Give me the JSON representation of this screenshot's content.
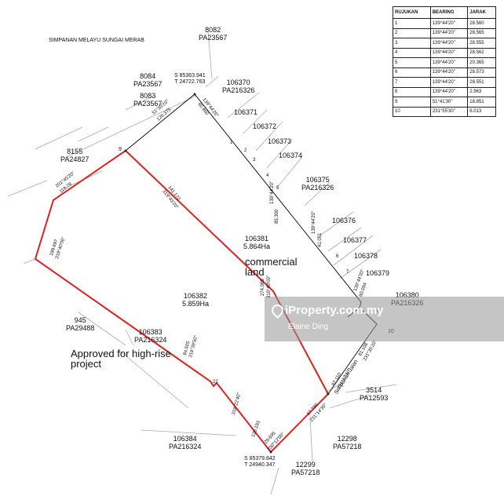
{
  "table": {
    "headers": [
      "RUJUKAN",
      "BEARING",
      "JARAK"
    ],
    "rows": [
      [
        "1",
        "139°44'20\"",
        "28.560"
      ],
      [
        "2",
        "139°44'20\"",
        "28.565"
      ],
      [
        "3",
        "139°44'20\"",
        "28.555"
      ],
      [
        "4",
        "139°44'20\"",
        "28.562"
      ],
      [
        "5",
        "139°44'20\"",
        "20.365"
      ],
      [
        "6",
        "139°44'20\"",
        "28.573"
      ],
      [
        "7",
        "139°44'20\"",
        "28.551"
      ],
      [
        "8",
        "139°44'20\"",
        "2.963"
      ],
      [
        "9",
        "51°41'30\"",
        "18.851"
      ],
      [
        "10",
        "231°55'30\"",
        "6.013"
      ]
    ]
  },
  "road_top": "SIMPANAN MELAYU SUNGAI MERAB",
  "road_right": "Simpanan Jalan",
  "lots": {
    "l8082": "8082\nPA23567",
    "l8084": "8084\nPA23567",
    "l8083": "8083\nPA23567",
    "l8155": "8155\nPA24827",
    "l106370": "106370\nPA216326",
    "l106371": "106371",
    "l106372": "106372",
    "l106373": "106373",
    "l106374": "106374",
    "l106375": "106375\nPA216326",
    "l106376": "106376",
    "l106377": "106377",
    "l106378": "106378",
    "l106379": "106379",
    "l106380": "106380\nPA216326",
    "l106381": "106381\n5.864Ha",
    "l106382": "106382\n5.859Ha",
    "l106383": "106383\nPA216324",
    "l945": "945\nPA29488",
    "l106384": "106384\nPA216324",
    "l3514": "3514\nPA12593",
    "l12298": "12298\nPA57218",
    "l12299": "12299\nPA57218"
  },
  "coords_top": "S 85363.941\nT 24722.763",
  "coords_bottom": "S 85379.842\nT 24940.347",
  "commercial": "commercial\nland",
  "approved": "Approved for high-rise\nproject",
  "watermark": {
    "brand": "iProperty.com.my",
    "agent": "Elaine Ding"
  },
  "markers": {
    "m9": "9",
    "m10": "10"
  },
  "annotations": {
    "a1": "51°30'20\"",
    "a2": "120.375",
    "a3": "139°44'20\"",
    "a4": "60.460",
    "a5": "141.172",
    "a6": "319°43'20\"",
    "a7": "201°45'20\"",
    "a8": "118.78",
    "a9": "189.697",
    "a10": "319°40'00\"",
    "a11": "274.088",
    "a12": "319°40'00\"",
    "a13": "139°44'20\"",
    "a14": "85.300",
    "a15": "139°44'20\"",
    "a16": "41.051",
    "a17": "139°44'20\"",
    "a18": "60.094",
    "a19": "84.505",
    "a20": "319°39'50\"",
    "a21": "125.193",
    "a22": "319°22'40\"",
    "a23": "29.695",
    "a24": "230°12'00\"",
    "a25": "17.790",
    "a26": "231°14'30\"",
    "a27": "87.110",
    "a28": "231°17'10\"",
    "a29": "81.108",
    "a30": "231°35'20\"",
    "a31": "22"
  }
}
